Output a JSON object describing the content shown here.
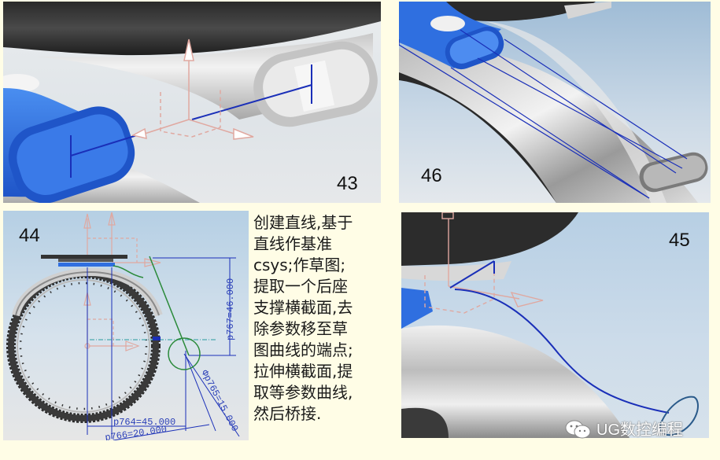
{
  "figures": [
    {
      "id": "43",
      "label": "43",
      "description": "Datum line between seat stay cross-sections with CSYS"
    },
    {
      "id": "46",
      "label": "46",
      "description": "Isoparametric curves bridged along extruded cross-section"
    },
    {
      "id": "44",
      "label": "44",
      "description": "Sketch with dimensions on wheel and fender",
      "dimensions": {
        "vertical": "p767=46.000",
        "diameter": "Φp765=15.000",
        "horizontal_1": "p764=45.000",
        "horizontal_2": "p766=20.000"
      }
    },
    {
      "id": "45",
      "label": "45",
      "description": "Sketch curve connecting cross-sections"
    }
  ],
  "caption": {
    "lines": [
      "创建直线,基于",
      "直线作基准",
      "csys;作草图;",
      "提取一个后座",
      "支撑横截面,去",
      "除参数移至草",
      "图曲线的端点;",
      "拉伸横截面,提",
      "取等参数曲线,",
      "然后桥接."
    ]
  },
  "watermark": {
    "icon": "wechat-icon",
    "text": "UG数控编程"
  },
  "colors": {
    "background": "#fffde6",
    "curve_blue": "#1a2fb8",
    "part_blue": "#2f6fe0",
    "csys_pink": "#e0a8a0",
    "sketch_green": "#2a8a3a"
  }
}
